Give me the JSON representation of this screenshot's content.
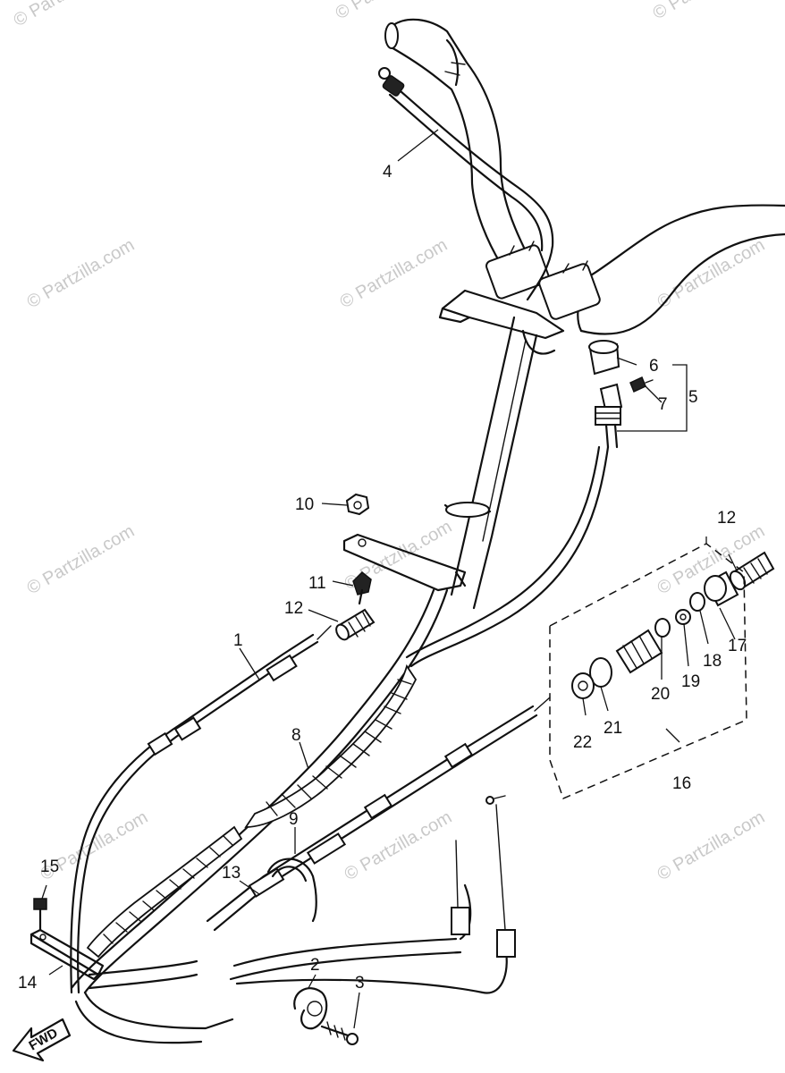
{
  "watermark": {
    "text": "© Partzilla.com"
  },
  "direction": {
    "label": "FWD"
  },
  "callouts": [
    {
      "id": "1",
      "label": "1"
    },
    {
      "id": "2",
      "label": "2"
    },
    {
      "id": "3",
      "label": "3"
    },
    {
      "id": "4",
      "label": "4"
    },
    {
      "id": "5",
      "label": "5"
    },
    {
      "id": "6",
      "label": "6"
    },
    {
      "id": "7",
      "label": "7"
    },
    {
      "id": "8",
      "label": "8"
    },
    {
      "id": "9",
      "label": "9"
    },
    {
      "id": "10",
      "label": "10"
    },
    {
      "id": "11",
      "label": "11"
    },
    {
      "id": "12a",
      "label": "12"
    },
    {
      "id": "12b",
      "label": "12"
    },
    {
      "id": "13",
      "label": "13"
    },
    {
      "id": "14",
      "label": "14"
    },
    {
      "id": "15",
      "label": "15"
    },
    {
      "id": "16",
      "label": "16"
    },
    {
      "id": "17",
      "label": "17"
    },
    {
      "id": "18",
      "label": "18"
    },
    {
      "id": "19",
      "label": "19"
    },
    {
      "id": "20",
      "label": "20"
    },
    {
      "id": "21",
      "label": "21"
    },
    {
      "id": "22",
      "label": "22"
    }
  ]
}
